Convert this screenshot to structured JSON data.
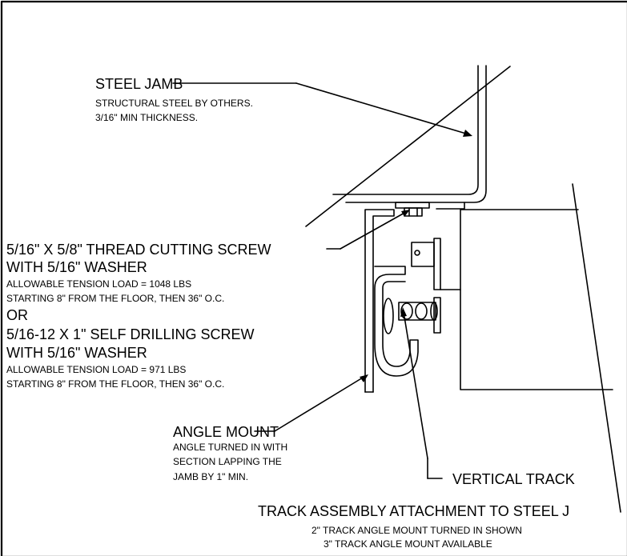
{
  "steel_jamb": {
    "title": "STEEL JAMB",
    "line1": "STRUCTURAL STEEL BY OTHERS.",
    "line2": "3/16\" MIN THICKNESS."
  },
  "screw": {
    "title1": "5/16\" X 5/8\" THREAD CUTTING SCREW",
    "title2": "WITH 5/16\" WASHER",
    "note1": "ALLOWABLE TENSION LOAD = 1048 LBS",
    "note2": "STARTING 8\" FROM THE FLOOR, THEN 36\" O.C.",
    "or": "OR",
    "alt1": "5/16-12 X 1\" SELF DRILLING SCREW",
    "alt2": "WITH 5/16\" WASHER",
    "alt_note1": "ALLOWABLE TENSION LOAD = 971 LBS",
    "alt_note2": "STARTING 8\" FROM THE FLOOR, THEN 36\" O.C."
  },
  "angle_mount": {
    "title": "ANGLE MOUNT",
    "line1": "ANGLE TURNED IN WITH",
    "line2": "SECTION LAPPING THE",
    "line3": "JAMB BY 1\" MIN."
  },
  "vertical_track": {
    "title": "VERTICAL TRACK"
  },
  "footer": {
    "title": "TRACK ASSEMBLY ATTACHMENT TO STEEL J",
    "line1": "2\" TRACK ANGLE MOUNT TURNED IN  SHOWN",
    "line2": "3\" TRACK ANGLE MOUNT AVAILABLE"
  }
}
